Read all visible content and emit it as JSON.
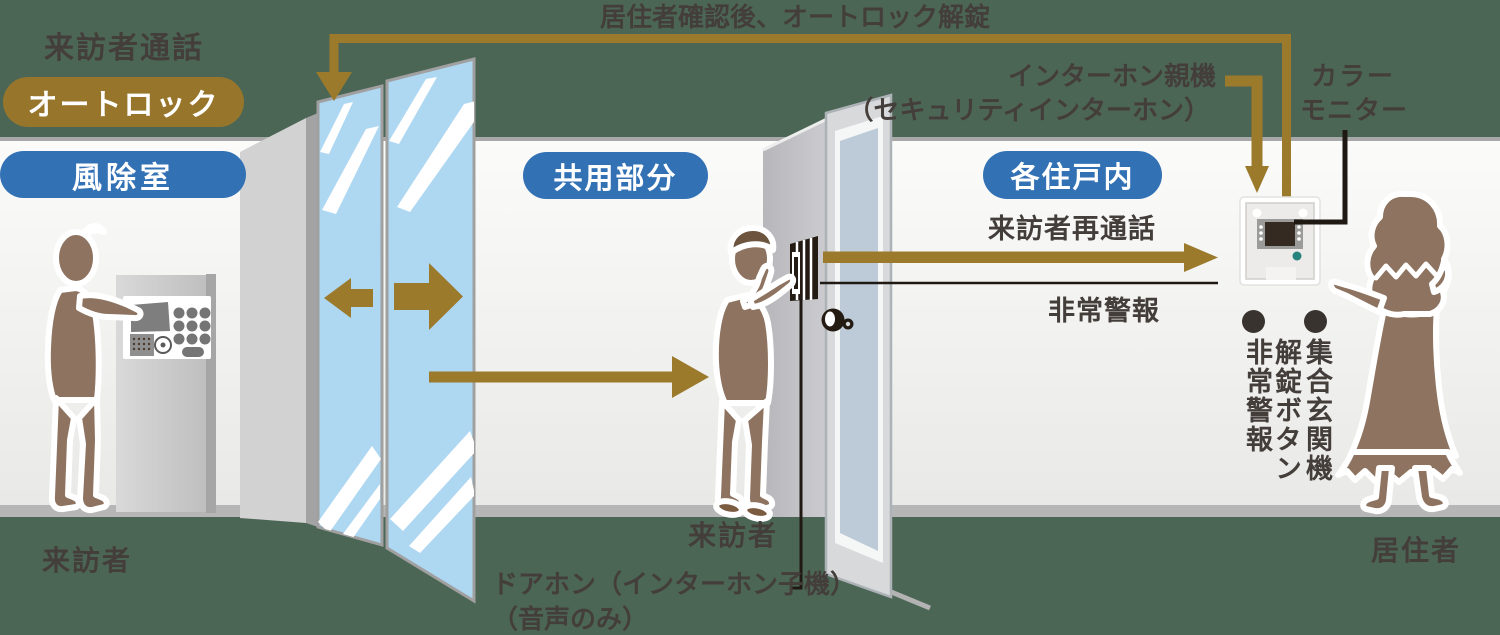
{
  "diagram": {
    "top_flow_label": "居住者確認後、オートロック解錠",
    "visitor_call_label": "来訪者通話",
    "badges": {
      "auto_lock": "オートロック",
      "windbreak_room": "風除室",
      "common_area": "共用部分",
      "dwelling_unit": "各住戸内"
    },
    "master_unit": {
      "label": "インターホン親機",
      "sublabel": "（セキュリティインターホン）",
      "monitor_label_line1": "カラー",
      "monitor_label_line2": "モニター"
    },
    "flows": {
      "visitor_recall": "来訪者再通話",
      "emergency_alarm": "非常警報"
    },
    "master_buttons": {
      "entrance_unlock_col1": "集合玄関機",
      "entrance_unlock_col2": "解錠ボタン",
      "emergency_alarm": "非常警報"
    },
    "people": {
      "visitor_entrance": "来訪者",
      "visitor_door": "来訪者",
      "resident": "居住者"
    },
    "doorphone": {
      "label": "ドアホン（インターホン子機）",
      "note": "（音声のみ）"
    },
    "colors": {
      "background_green": "#4C6656",
      "accent_brown": "#9C7A2C",
      "badge_brown": "#97762B",
      "badge_blue": "#3371B5",
      "figure_brown": "#8D7360",
      "glass_blue": "#AED7F2",
      "line_black": "#1F1813"
    }
  }
}
